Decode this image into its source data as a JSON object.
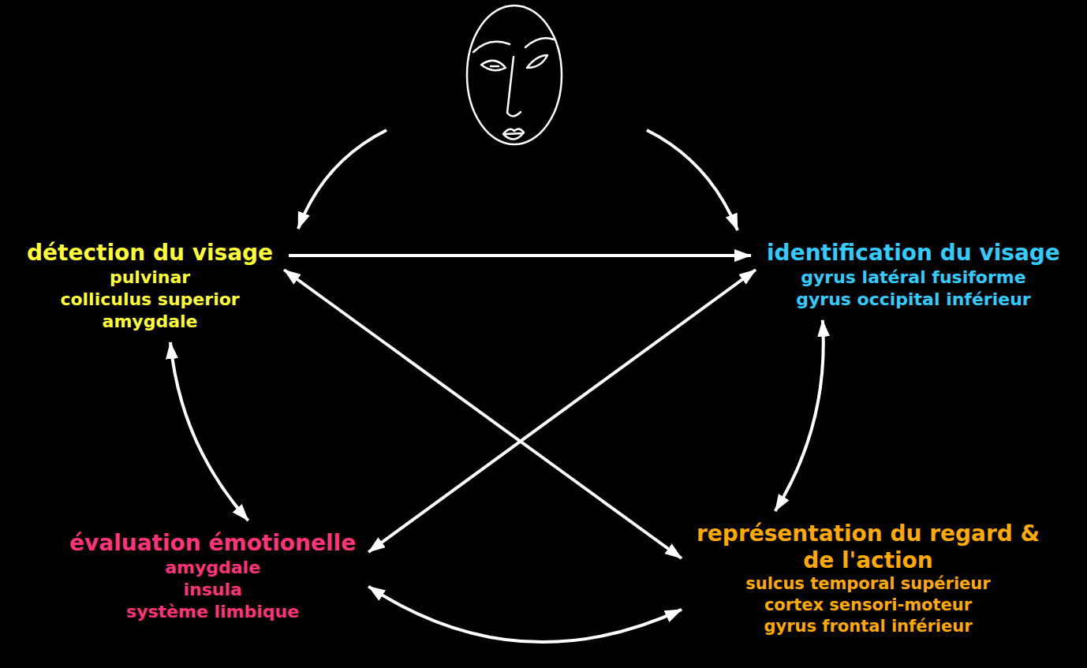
{
  "diagram": {
    "nodes": [
      {
        "text": [
          "détection du visage",
          "pulvinar",
          "colliculus superior",
          "amygdale"
        ]
      },
      {
        "text": [
          "identification du visage",
          "gyrus latéral fusiforme",
          "gyrus occipital inférieur"
        ]
      },
      {
        "text": [
          "évaluation émotionelle",
          "amygdale",
          "insula",
          "système limbique"
        ]
      },
      {
        "text": [
          "représentation du regard & de l'action",
          "sulcus temporal supérieur",
          "cortex sensori-moteur",
          "gyrus frontal inférieur"
        ]
      }
    ],
    "edges": [
      {
        "from": 0,
        "to": 1,
        "arrow": "to"
      },
      {
        "from": 0,
        "to": 3,
        "arrow": "both"
      },
      {
        "from": 1,
        "to": 2,
        "arrow": "both"
      },
      {
        "from": 0,
        "to": 2,
        "arrow": "both"
      },
      {
        "from": 1,
        "to": 3,
        "arrow": "both"
      },
      {
        "from": 2,
        "to": 3,
        "arrow": "both"
      }
    ]
  }
}
